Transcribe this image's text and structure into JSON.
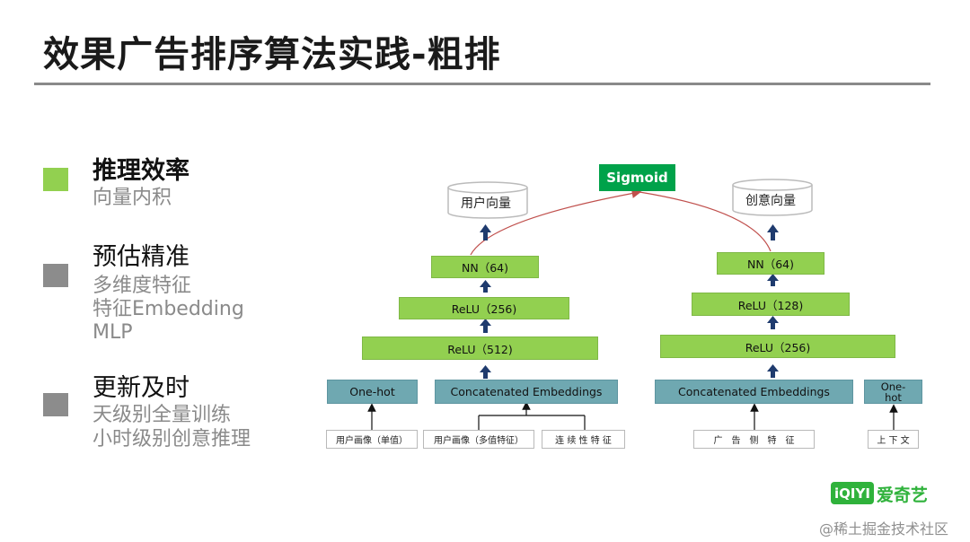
{
  "title": "效果广告排序算法实践-粗排",
  "bullets": [
    {
      "heading": "推理效率",
      "lines": [
        "向量内积"
      ],
      "color": "#92d050"
    },
    {
      "heading": "预估精准",
      "lines": [
        "多维度特征",
        "特征Embedding",
        "MLP"
      ],
      "color": "#8c8c8c"
    },
    {
      "heading": "更新及时",
      "lines": [
        "天级别全量训练",
        "小时级别创意推理"
      ],
      "color": "#8c8c8c"
    }
  ],
  "diagram": {
    "sigmoid": "Sigmoid",
    "user_tower": {
      "output": "用户向量",
      "layers": [
        "NN（64)",
        "ReLU（256)",
        "ReLU（512)"
      ],
      "inputs": [
        "One-hot",
        "Concatenated Embeddings"
      ],
      "features": [
        "用户画像（单值）",
        "用户画像（多值特征）",
        "连 续 性 特 征"
      ]
    },
    "creative_tower": {
      "output": "创意向量",
      "layers": [
        "NN（64)",
        "ReLU（128)",
        "ReLU（256)"
      ],
      "inputs": [
        "Concatenated Embeddings",
        "One-\nhot"
      ],
      "features": [
        "广　告　侧　特　征",
        "上 下 文"
      ]
    },
    "colors": {
      "layer": "#92d050",
      "input": "#6fa8b1",
      "sigmoid": "#00a24a",
      "arrow": "#1f3b6e",
      "connector": "#c0504d"
    }
  },
  "logo": {
    "badge": "iQIYI",
    "text": "爱奇艺"
  },
  "watermark": "@稀土掘金技术社区"
}
